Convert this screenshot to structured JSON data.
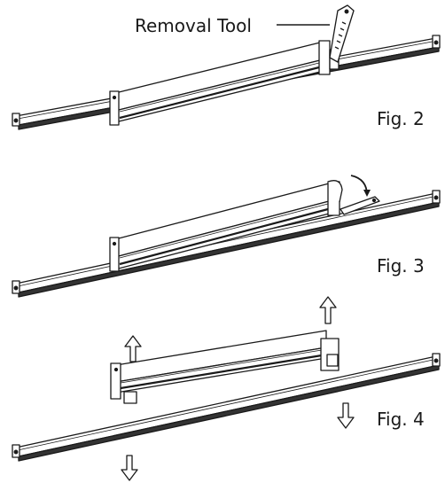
{
  "labels": {
    "removal_tool": "Removal Tool",
    "fig2": "Fig. 2",
    "fig3": "Fig. 3",
    "fig4": "Fig. 4"
  },
  "colors": {
    "ink": "#1a1a1a",
    "background": "#ffffff"
  },
  "figures": [
    {
      "id": "fig2",
      "step": "removal-tool-inserted"
    },
    {
      "id": "fig3",
      "step": "tool-rotated-down"
    },
    {
      "id": "fig4",
      "step": "light-lifted-from-rail"
    }
  ]
}
